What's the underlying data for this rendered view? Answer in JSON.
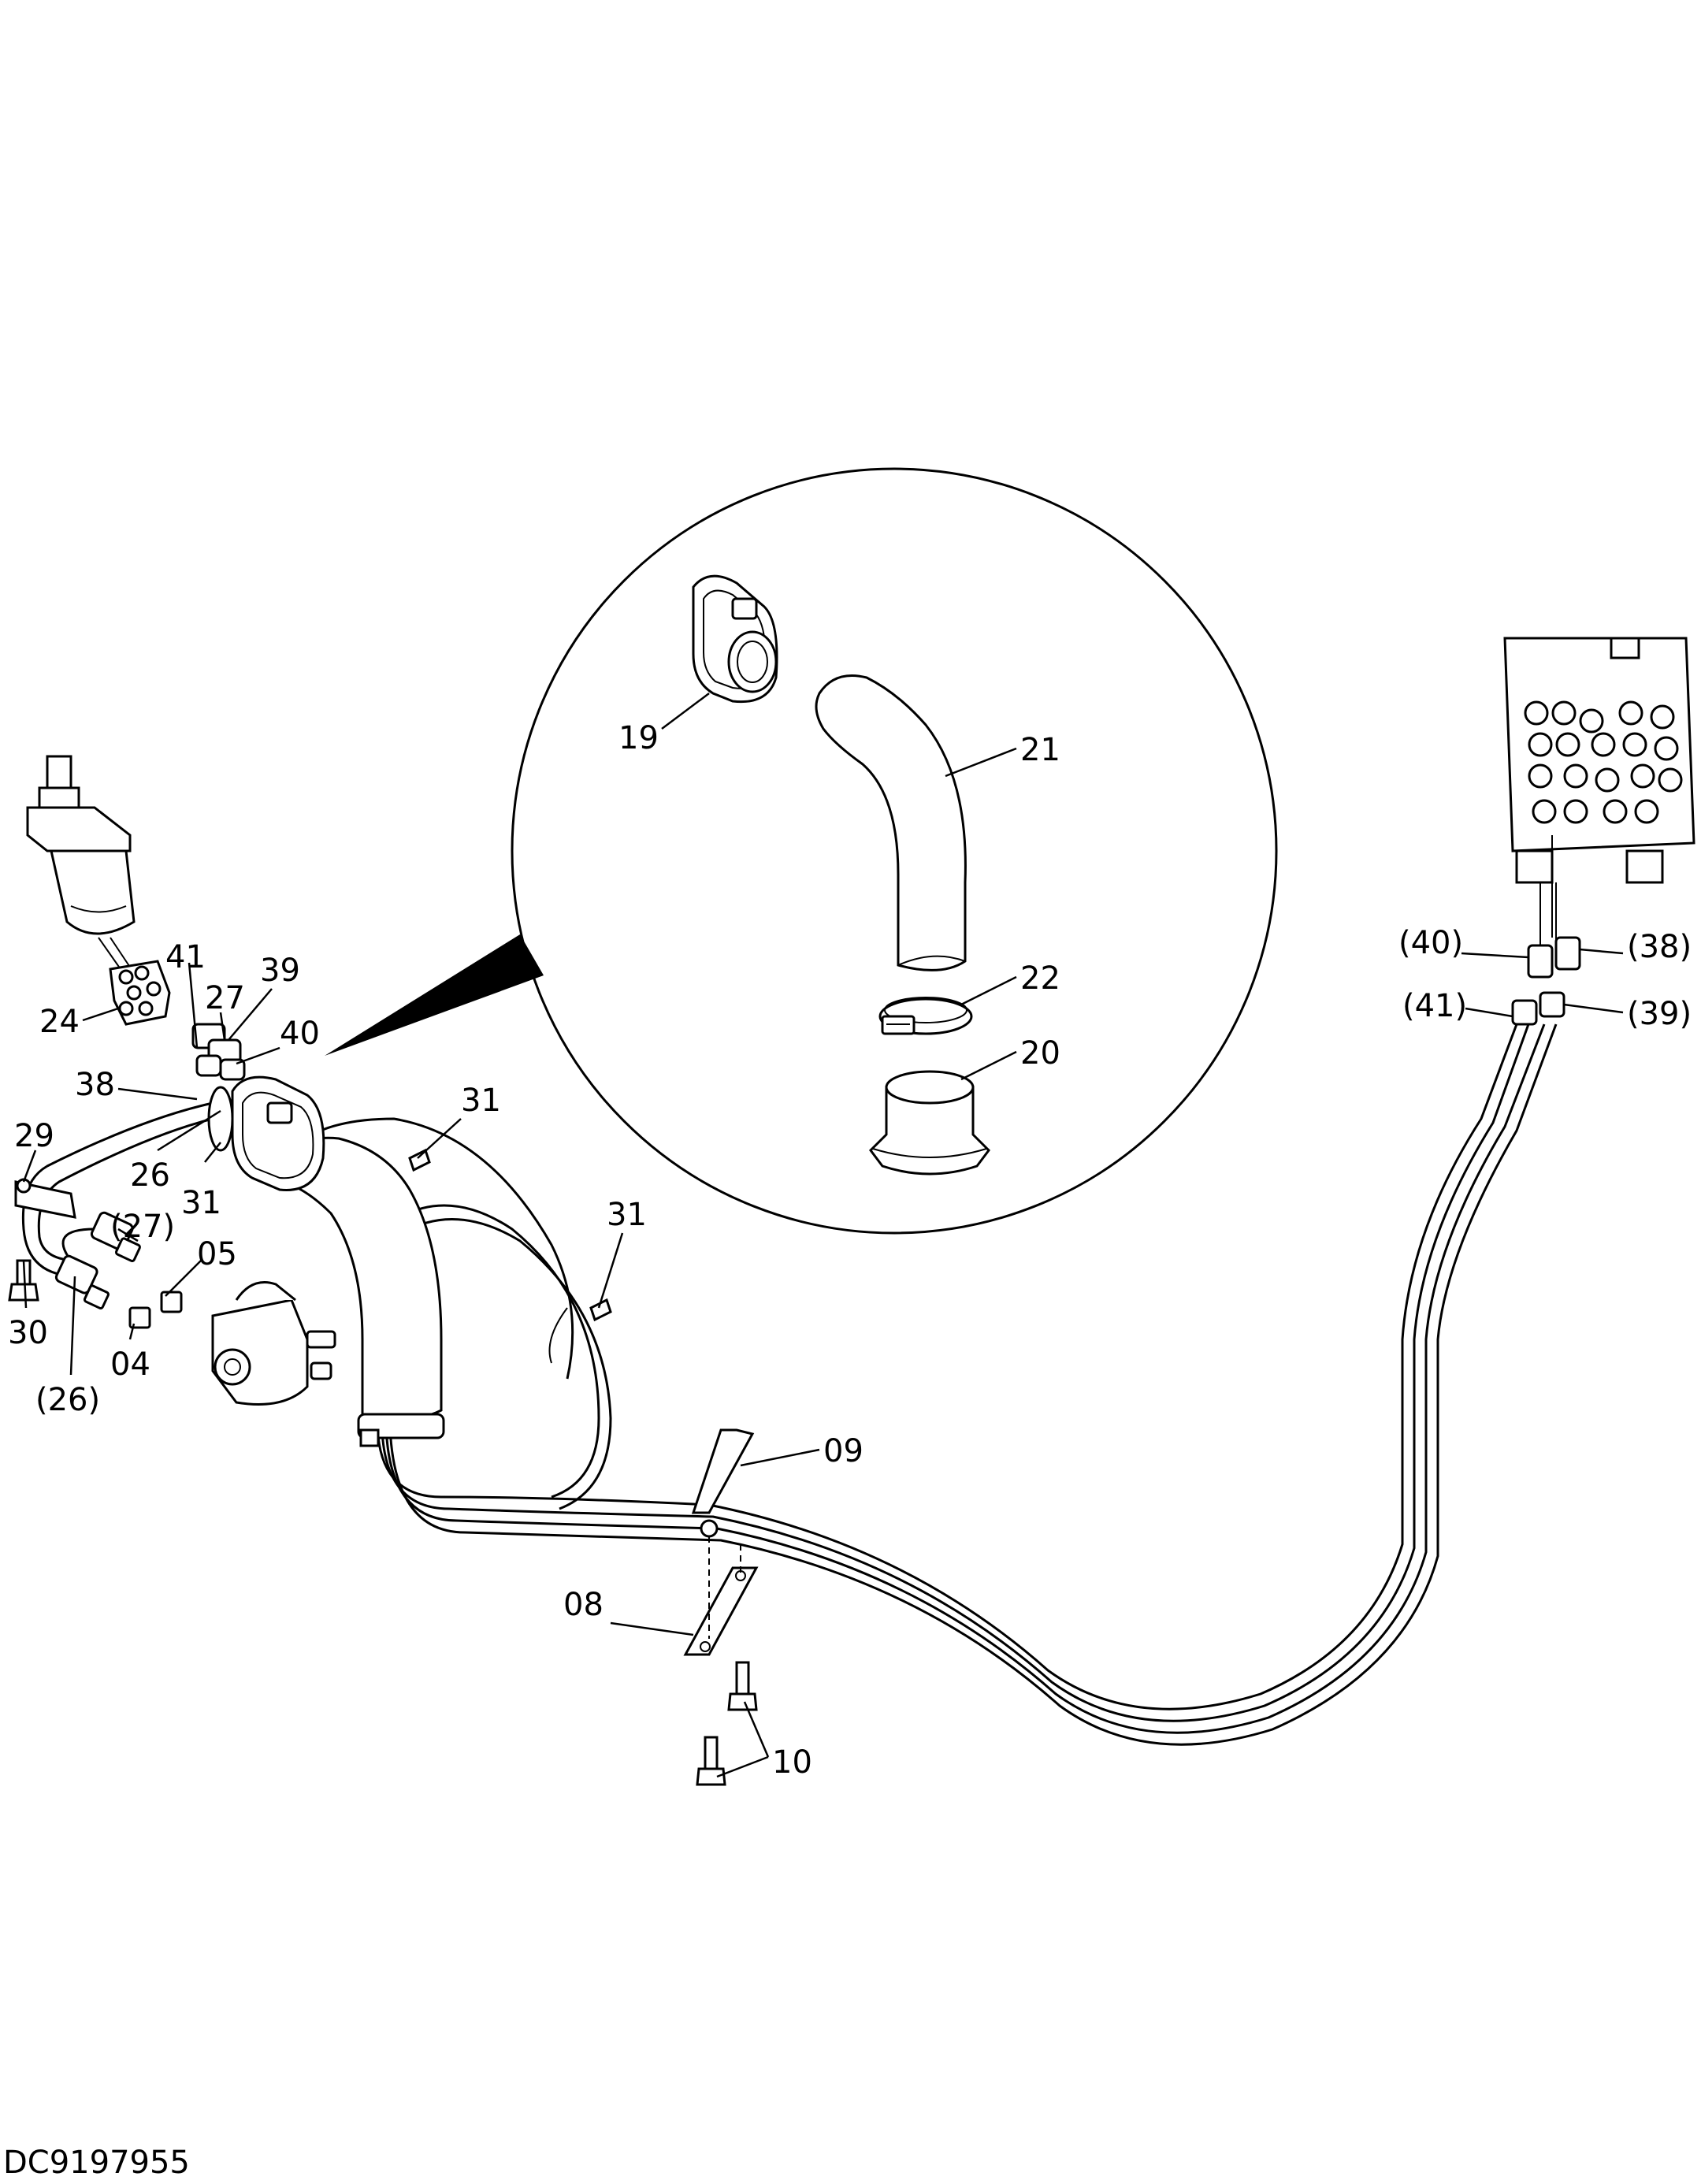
{
  "drawing_number": "DC9197955",
  "callouts": {
    "c19": "19",
    "c21": "21",
    "c22": "22",
    "c20": "20",
    "c41": "41",
    "c39": "39",
    "c27": "27",
    "c40": "40",
    "c24": "24",
    "c38": "38",
    "c29": "29",
    "c26": "26",
    "c31a": "31",
    "c31b": "31",
    "c31c": "31",
    "c27p": "(27)",
    "c05": "05",
    "c30": "30",
    "c26p": "(26)",
    "c04": "04",
    "c09": "09",
    "c08": "08",
    "c10": "10",
    "c40p": "(40)",
    "c38p": "(38)",
    "c41p": "(41)",
    "c39p": "(39)"
  }
}
